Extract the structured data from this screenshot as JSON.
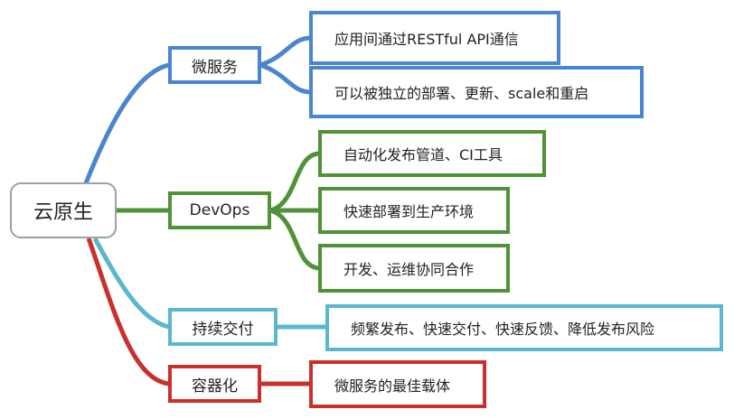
{
  "root": {
    "label": "云原生"
  },
  "branches": [
    {
      "label": "微服务",
      "color": "#4a86cf",
      "children": [
        "应用间通过RESTful API通信",
        "可以被独立的部署、更新、scale和重启"
      ]
    },
    {
      "label": "DevOps",
      "color": "#4f9238",
      "children": [
        "自动化发布管道、CI工具",
        "快速部署到生产环境",
        "开发、运维协同合作"
      ]
    },
    {
      "label": "持续交付",
      "color": "#5bb8cc",
      "children": [
        "频繁发布、快速交付、快速反馈、降低发布风险"
      ]
    },
    {
      "label": "容器化",
      "color": "#c9302c",
      "children": [
        "微服务的最佳载体"
      ]
    }
  ]
}
